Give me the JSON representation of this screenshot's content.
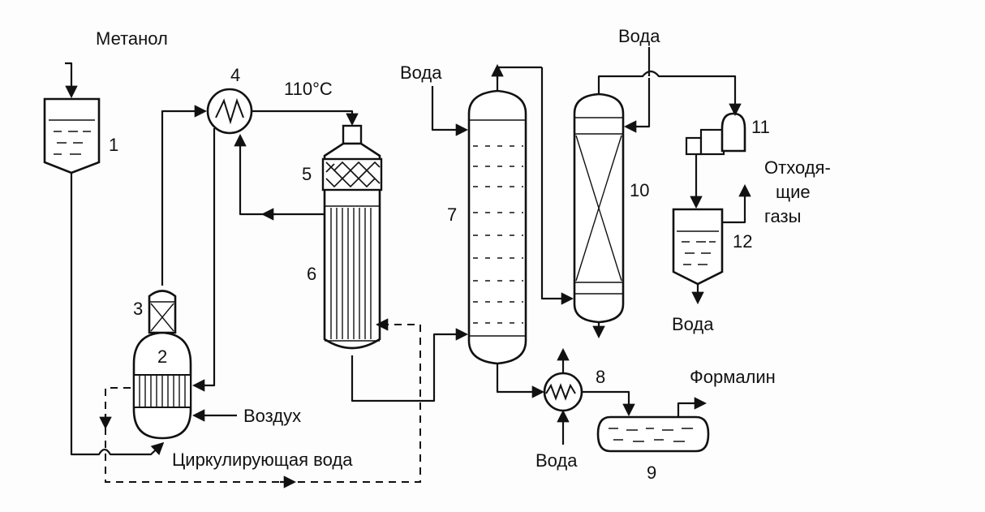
{
  "labels": {
    "methanol": "Метанол",
    "temp": "110°C",
    "water_top_left": "Вода",
    "water_top_right": "Вода",
    "off_gas_1": "Отходя-",
    "off_gas_2": "щие",
    "off_gas_3": "газы",
    "water_bottom_12": "Вода",
    "formalin": "Формалин",
    "air": "Воздух",
    "circ_water": "Циркулирующая вода",
    "water_bottom_8": "Вода"
  },
  "numbers": {
    "n1": "1",
    "n2": "2",
    "n3": "3",
    "n4": "4",
    "n5": "5",
    "n6": "6",
    "n7": "7",
    "n8": "8",
    "n9": "9",
    "n10": "10",
    "n11": "11",
    "n12": "12"
  }
}
